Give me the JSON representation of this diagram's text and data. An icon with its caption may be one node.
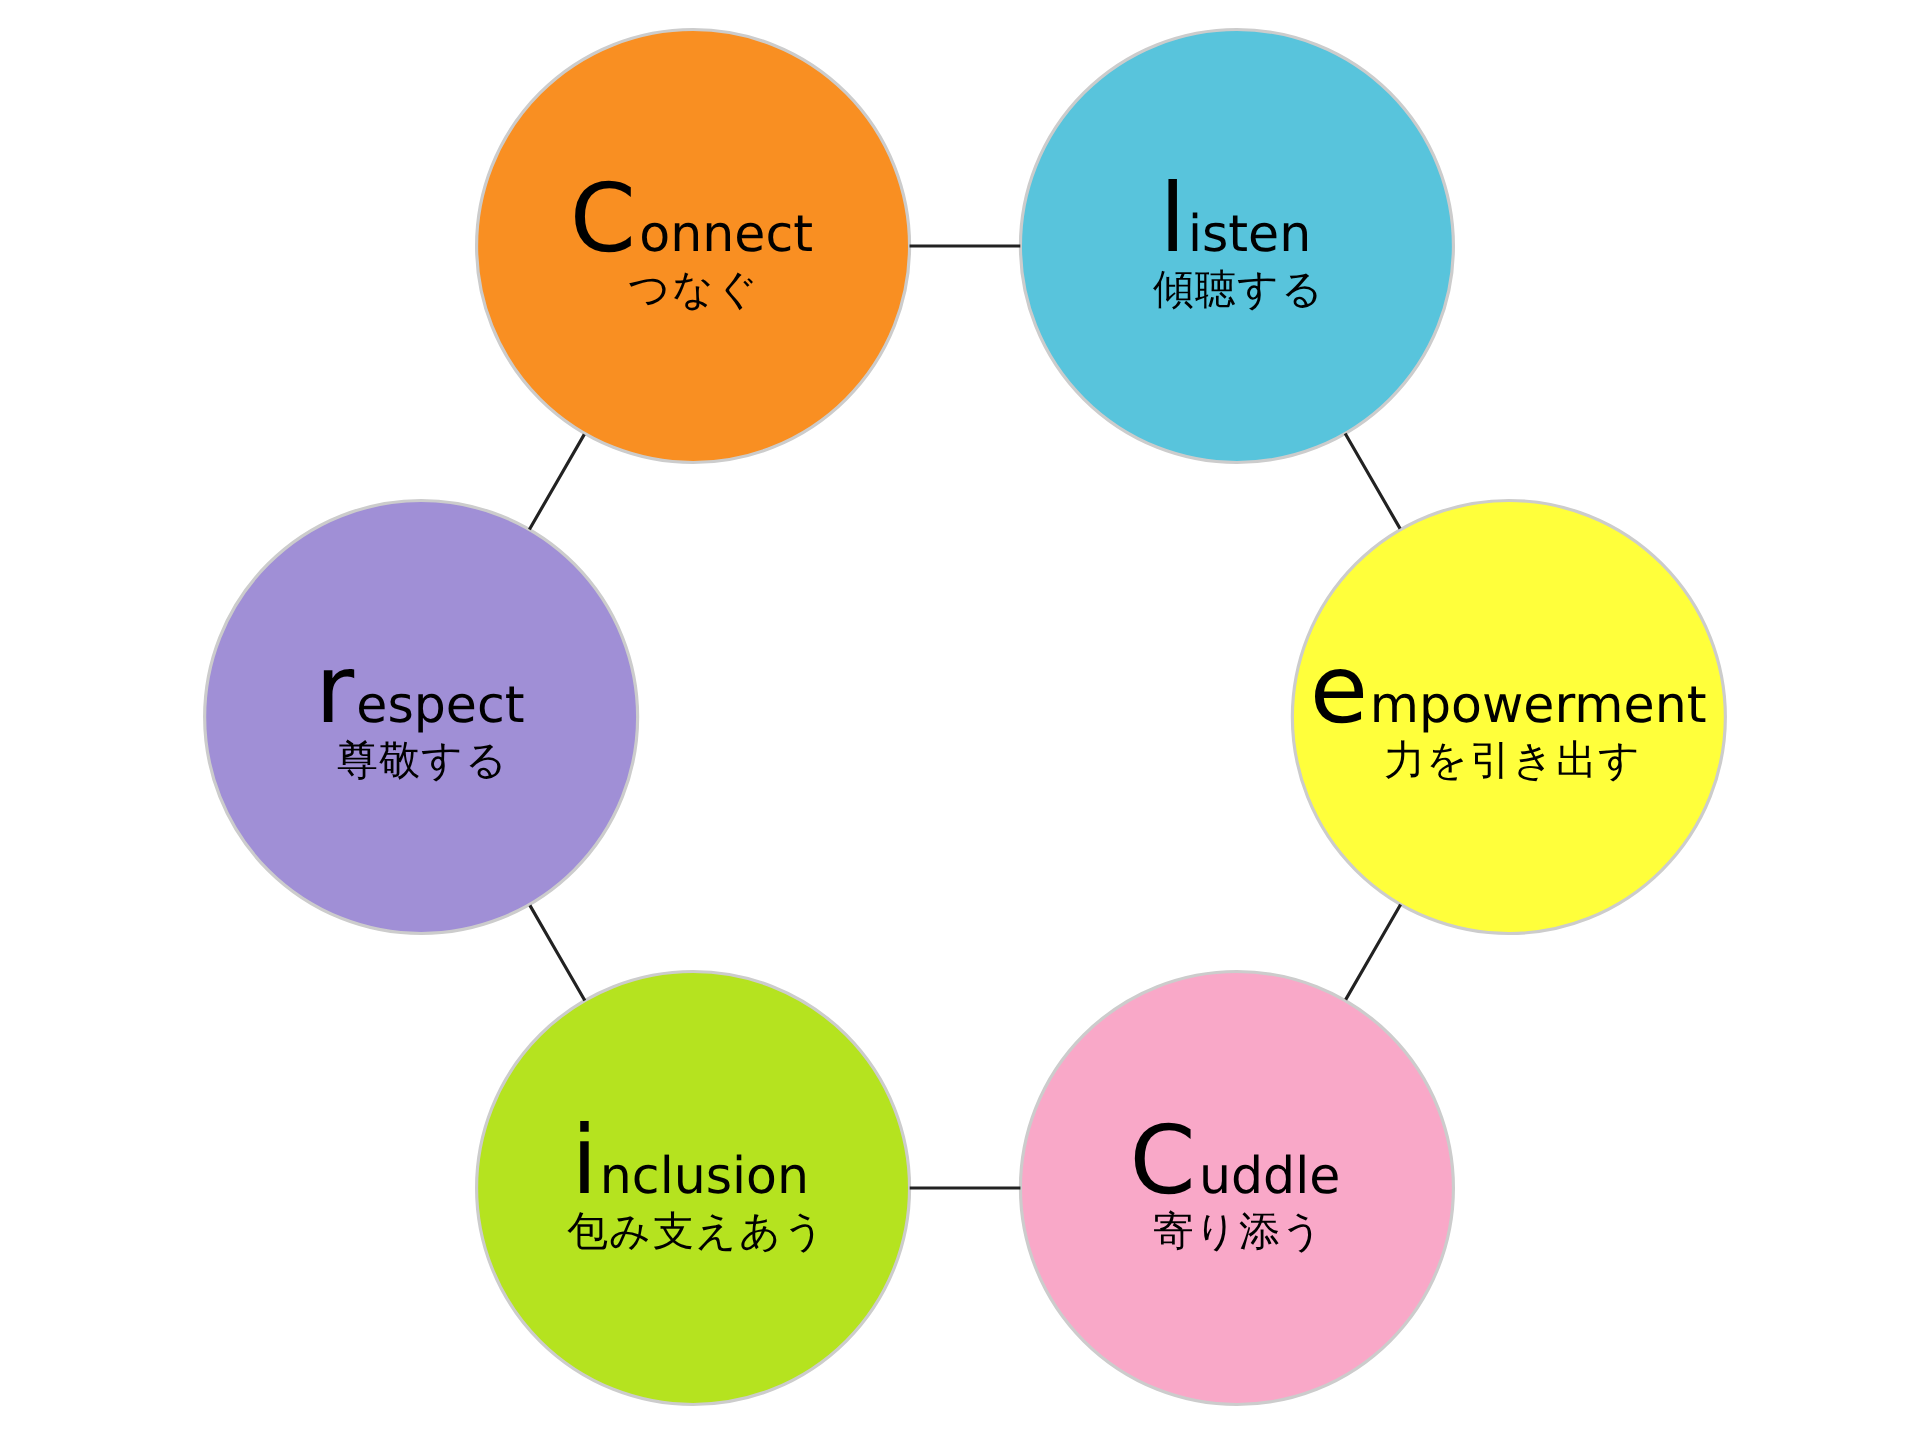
{
  "diagram": {
    "nodes": [
      {
        "text": [
          "Cuddle",
          "寄り添う"
        ]
      },
      {
        "text": [
          "inclusion",
          "包み支えあう"
        ]
      },
      {
        "text": [
          "empowerment",
          "力を引き出す"
        ]
      },
      {
        "text": [
          "respect",
          "尊敬する"
        ]
      },
      {
        "text": [
          "listen",
          "傾聴する"
        ]
      },
      {
        "text": [
          "Connect",
          "つなぐ"
        ]
      }
    ],
    "edges": [
      {
        "from": 0,
        "to": 1,
        "arrow": "none"
      },
      {
        "from": 1,
        "to": 3,
        "arrow": "none"
      },
      {
        "from": 3,
        "to": 5,
        "arrow": "none"
      },
      {
        "from": 5,
        "to": 4,
        "arrow": "none"
      },
      {
        "from": 4,
        "to": 2,
        "arrow": "none"
      },
      {
        "from": 2,
        "to": 0,
        "arrow": "none"
      }
    ]
  }
}
